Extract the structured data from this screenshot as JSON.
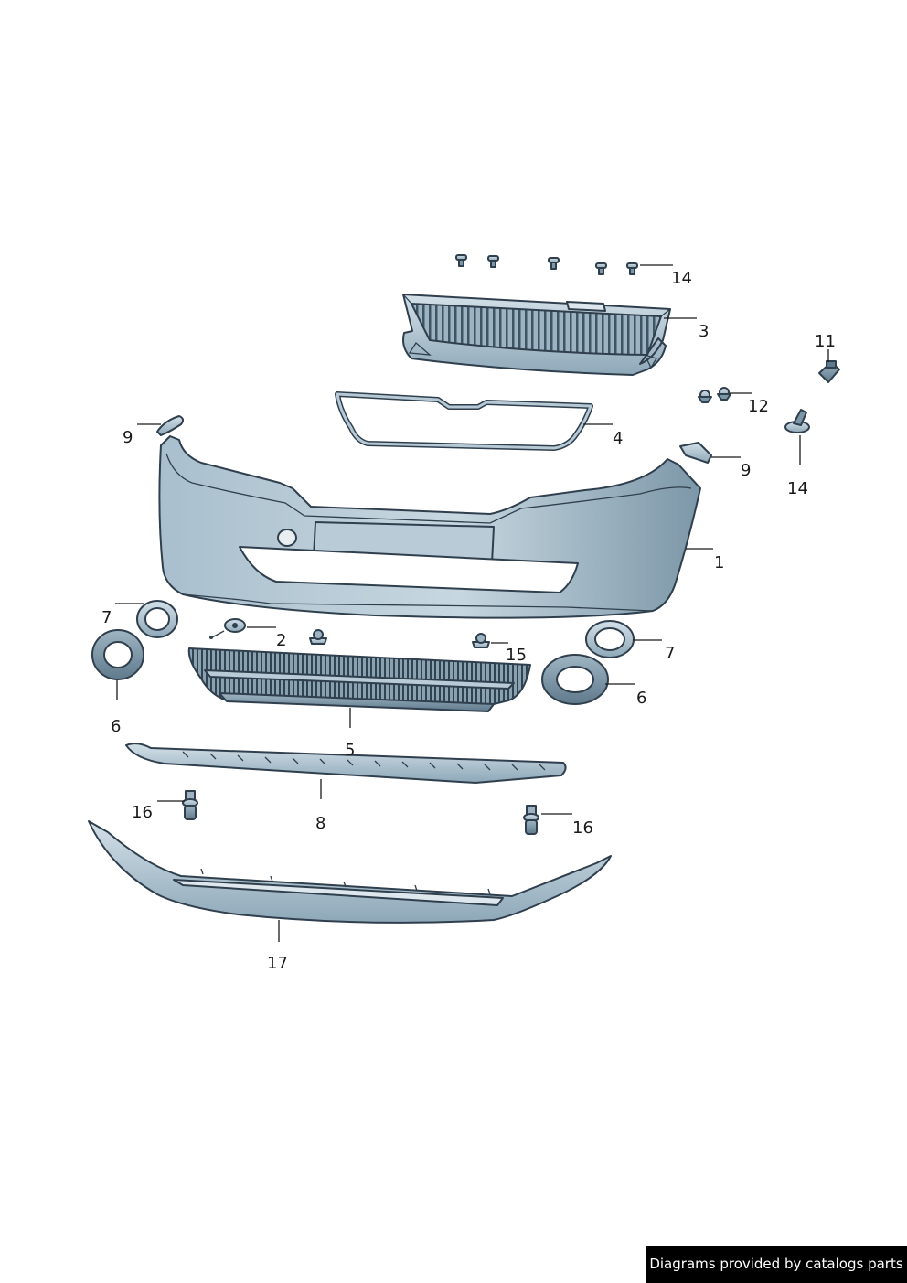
{
  "callouts": {
    "c1": "1",
    "c2": "2",
    "c3": "3",
    "c4": "4",
    "c5": "5",
    "c6a": "6",
    "c6b": "6",
    "c7a": "7",
    "c7b": "7",
    "c8": "8",
    "c9a": "9",
    "c9b": "9",
    "c11": "11",
    "c12": "12",
    "c14a": "14",
    "c14b": "14",
    "c15": "15",
    "c16a": "16",
    "c16b": "16",
    "c17": "17"
  },
  "credit": "Diagrams provided by catalogs parts",
  "colors": {
    "part_fill_light": "#c9d8e2",
    "part_fill_dark": "#7c97a8",
    "outline": "#2f3f4d",
    "credit_bg": "#000000"
  }
}
